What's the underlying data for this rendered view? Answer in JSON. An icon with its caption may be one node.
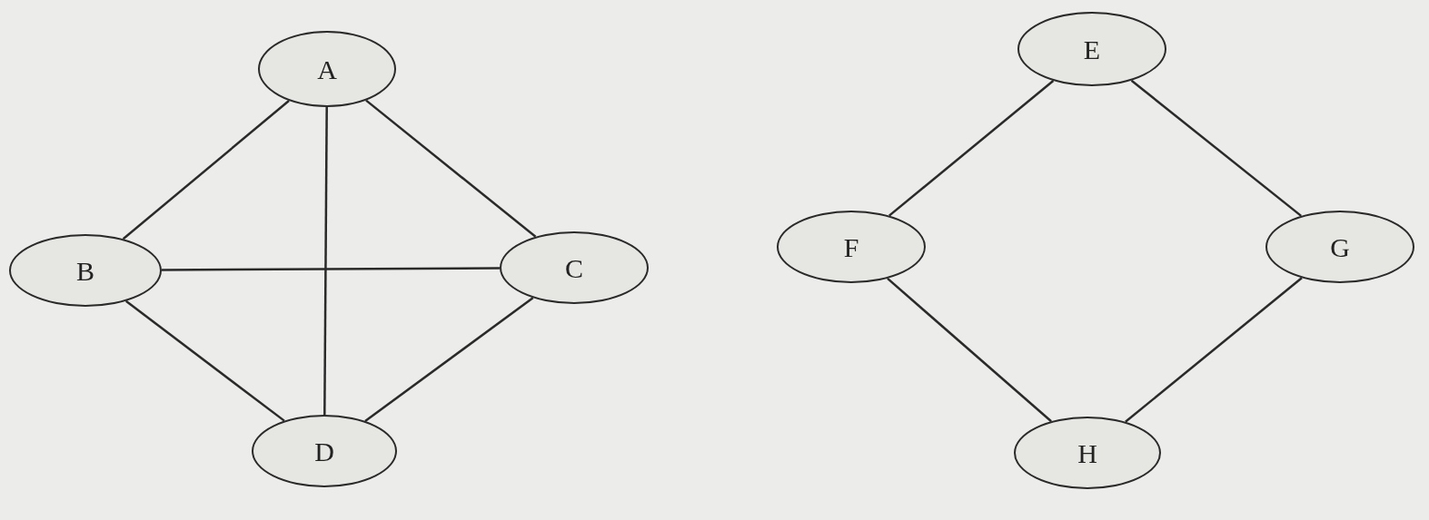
{
  "diagram": {
    "nodes": [
      {
        "text": [
          "A"
        ]
      },
      {
        "text": [
          "B"
        ]
      },
      {
        "text": [
          "C"
        ]
      },
      {
        "text": [
          "D"
        ]
      },
      {
        "text": [
          "E"
        ]
      },
      {
        "text": [
          "F"
        ]
      },
      {
        "text": [
          "G"
        ]
      },
      {
        "text": [
          "H"
        ]
      }
    ],
    "edges": [
      {
        "from": 0,
        "to": 1,
        "arrow": "none"
      },
      {
        "from": 0,
        "to": 2,
        "arrow": "none"
      },
      {
        "from": 0,
        "to": 3,
        "arrow": "none"
      },
      {
        "from": 1,
        "to": 2,
        "arrow": "none"
      },
      {
        "from": 1,
        "to": 3,
        "arrow": "none"
      },
      {
        "from": 2,
        "to": 3,
        "arrow": "none"
      },
      {
        "from": 4,
        "to": 5,
        "arrow": "none"
      },
      {
        "from": 4,
        "to": 6,
        "arrow": "none"
      },
      {
        "from": 5,
        "to": 7,
        "arrow": "none"
      },
      {
        "from": 6,
        "to": 7,
        "arrow": "none"
      }
    ]
  }
}
